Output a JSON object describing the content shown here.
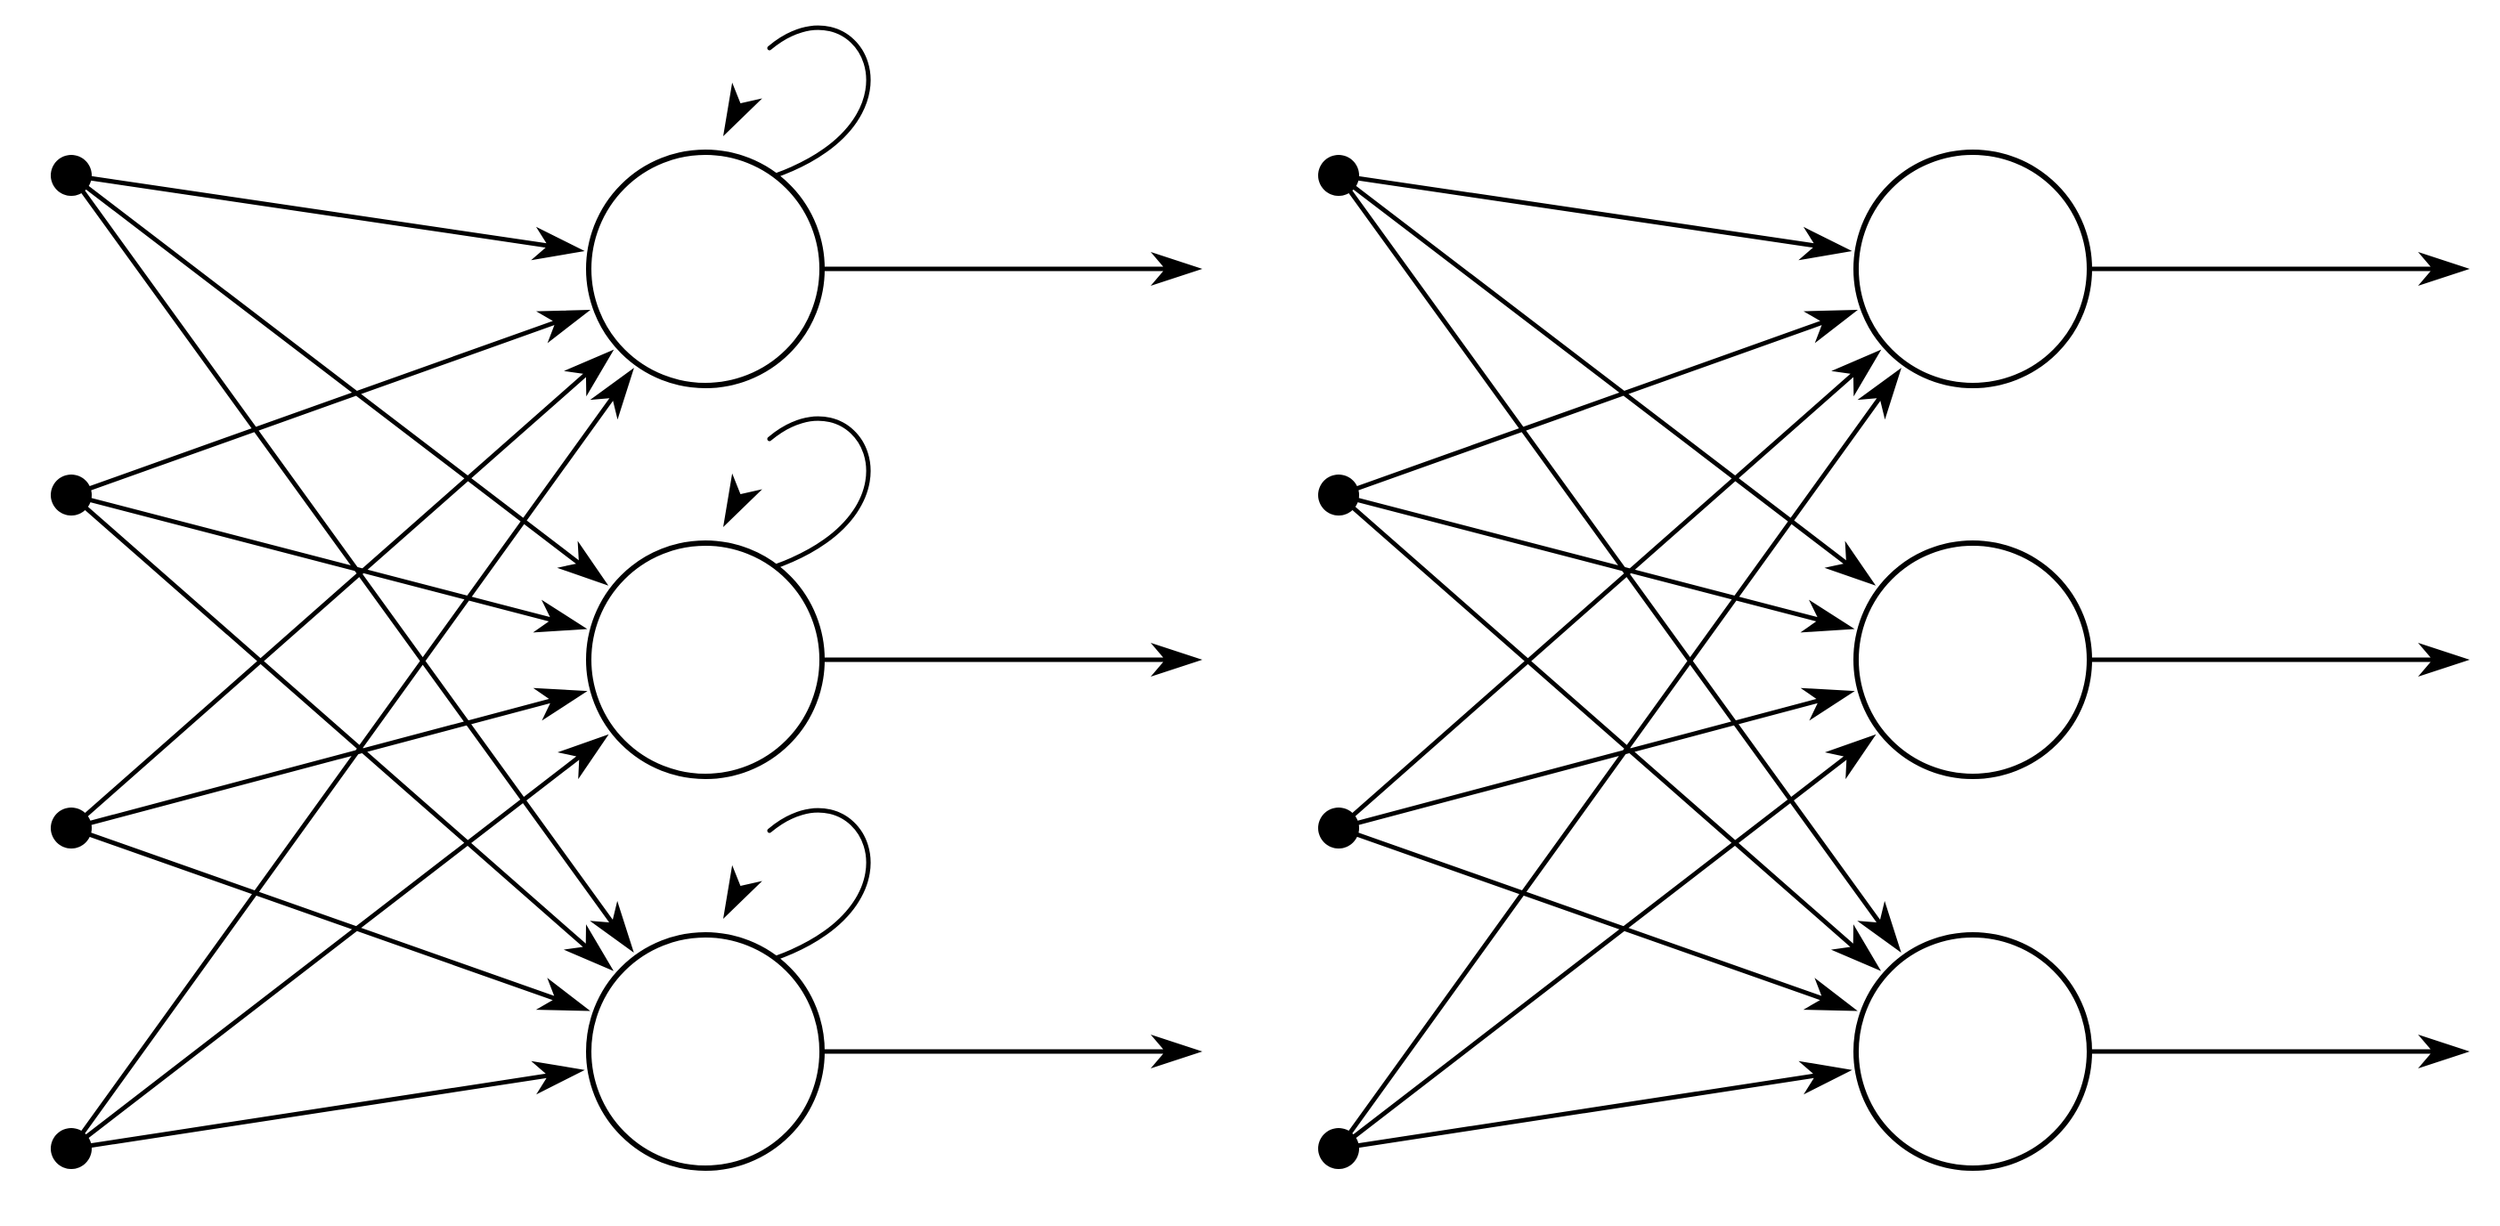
{
  "colors": {
    "stroke": "#000000",
    "neuron_fill": "#ffffff",
    "background": "#ffffff"
  },
  "networks": [
    {
      "id": "recurrent",
      "input_count": 4,
      "neuron_count": 3,
      "fully_connected": true,
      "self_loops": true,
      "outputs_per_neuron": 1
    },
    {
      "id": "feedforward",
      "input_count": 4,
      "neuron_count": 3,
      "fully_connected": true,
      "self_loops": false,
      "outputs_per_neuron": 1
    }
  ]
}
